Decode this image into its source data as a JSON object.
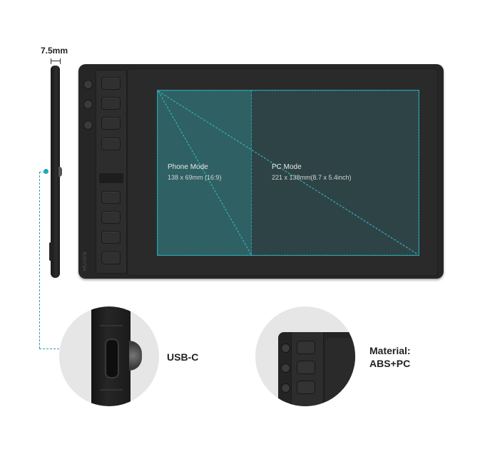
{
  "thickness": {
    "label": "7.5mm"
  },
  "tablet": {
    "brand": "HUION",
    "phone_mode": {
      "title": "Phone Mode",
      "size": "138 x 69mm (16:9)"
    },
    "pc_mode": {
      "title": "PC Mode",
      "size": "221 x 138mm(8.7 x 5.4inch)"
    }
  },
  "features": [
    {
      "label": "USB-C"
    },
    {
      "label_line1": "Material:",
      "label_line2": "ABS+PC"
    }
  ],
  "colors": {
    "accent": "#2a9ea5",
    "phone_area": "#2f6063",
    "pc_area": "#2e4346",
    "body": "#262626"
  }
}
